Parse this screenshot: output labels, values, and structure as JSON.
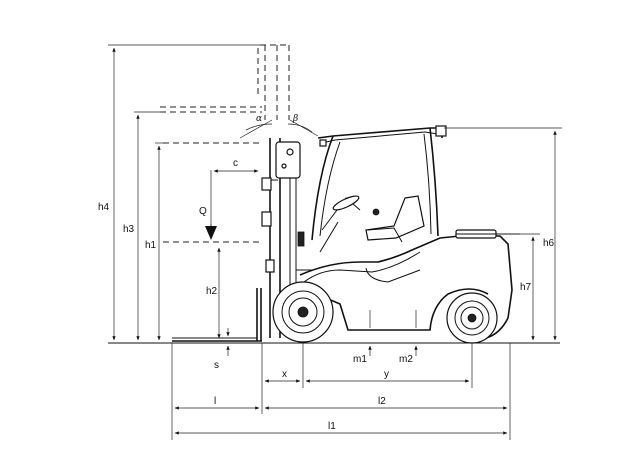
{
  "diagram": {
    "dimension_labels": {
      "h4": "h4",
      "h3": "h3",
      "h1": "h1",
      "h2": "h2",
      "h6": "h6",
      "h7": "h7",
      "c": "c",
      "Q": "Q",
      "s": "s",
      "x": "x",
      "y": "y",
      "m1": "m1",
      "m2": "m2",
      "l": "l",
      "l2": "l2",
      "l1": "l1",
      "alpha": "α",
      "beta": "β"
    }
  }
}
